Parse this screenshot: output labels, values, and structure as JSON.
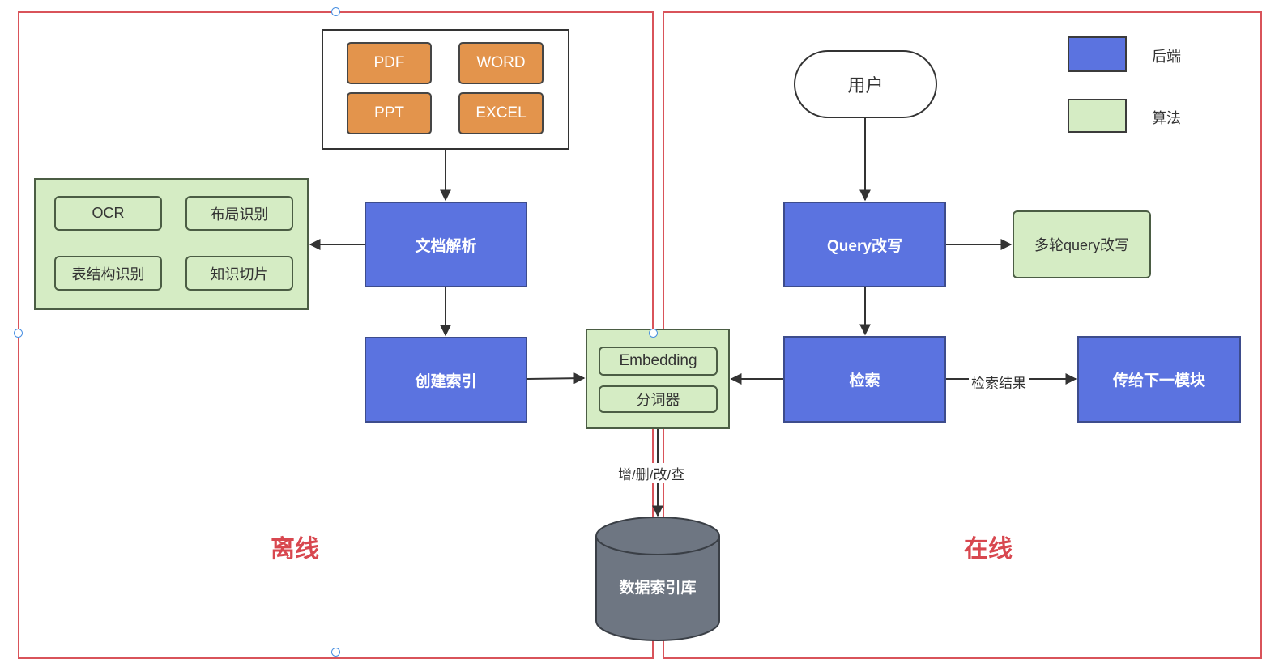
{
  "regions": {
    "offline": "离线",
    "online": "在线"
  },
  "legend": {
    "backend": {
      "label": "后端",
      "color": "#5b73e0"
    },
    "algorithm": {
      "label": "算法",
      "color": "#d5ecc4"
    }
  },
  "offline": {
    "file_types": [
      "PDF",
      "WORD",
      "PPT",
      "EXCEL"
    ],
    "doc_parse": "文档解析",
    "parse_tools": [
      "OCR",
      "布局识别",
      "表结构识别",
      "知识切片"
    ],
    "build_index": "创建索引"
  },
  "shared": {
    "embedding": "Embedding",
    "tokenizer": "分词器",
    "crud_label": "增/删/改/查",
    "database": "数据索引库"
  },
  "online": {
    "user": "用户",
    "query_rewrite": "Query改写",
    "multi_turn_rewrite": "多轮query改写",
    "retrieval": "检索",
    "retrieval_result_label": "检索结果",
    "next_module": "传给下一模块"
  }
}
